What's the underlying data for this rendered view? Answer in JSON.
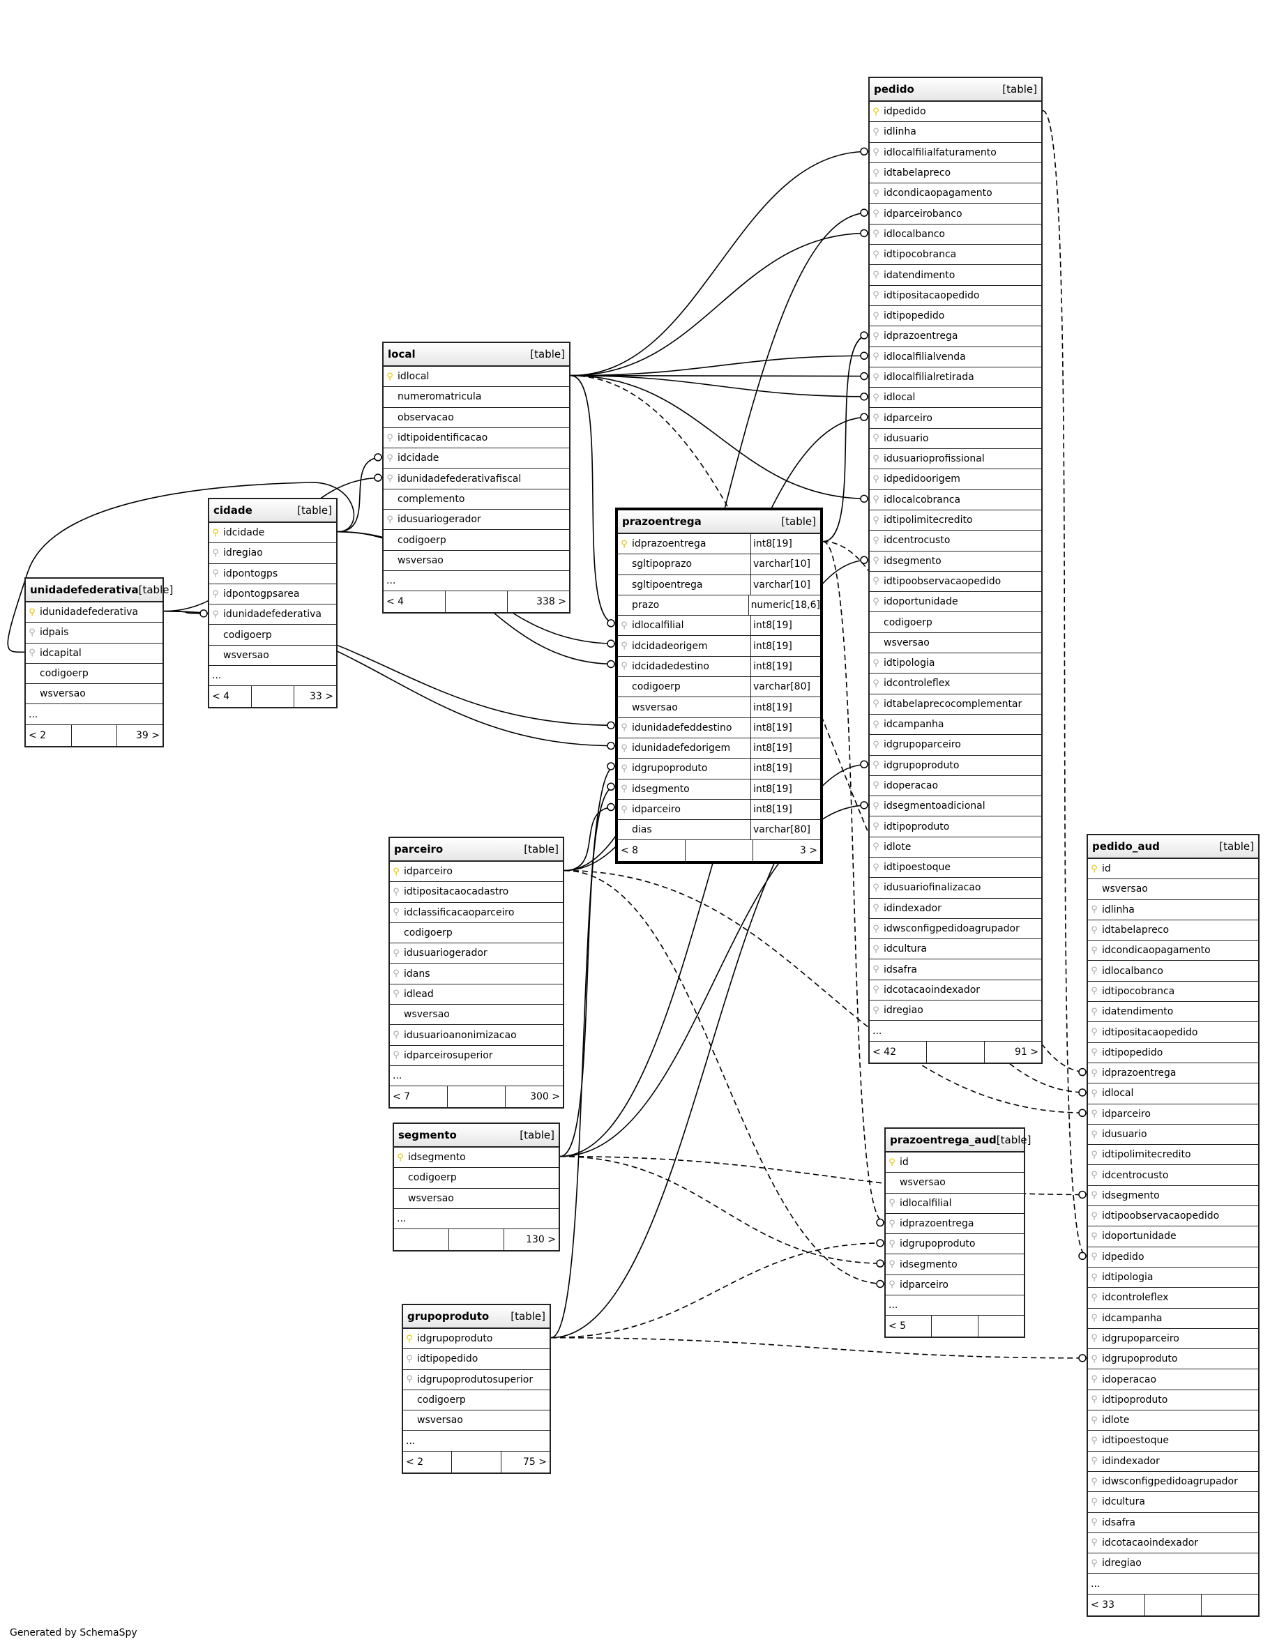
{
  "footer": "Generated by SchemaSpy",
  "tables": [
    {
      "id": "pedido",
      "name": "pedido",
      "kind": "[table]",
      "parents": "< 42",
      "children": "91 >",
      "columns": [
        [
          "idpedido",
          "pk"
        ],
        [
          "idlinha",
          "fk"
        ],
        [
          "idlocalfilialfaturamento",
          "fk"
        ],
        [
          "idtabelapreco",
          "fk"
        ],
        [
          "idcondicaopagamento",
          "fk"
        ],
        [
          "idparceirobanco",
          "fk"
        ],
        [
          "idlocalbanco",
          "fk"
        ],
        [
          "idtipocobranca",
          "fk"
        ],
        [
          "idatendimento",
          "fk"
        ],
        [
          "idtipositacaopedido",
          "fk"
        ],
        [
          "idtipopedido",
          "fk"
        ],
        [
          "idprazoentrega",
          "fk"
        ],
        [
          "idlocalfilialvenda",
          "fk"
        ],
        [
          "idlocalfilialretirada",
          "fk"
        ],
        [
          "idlocal",
          "fk"
        ],
        [
          "idparceiro",
          "fk"
        ],
        [
          "idusuario",
          "fk"
        ],
        [
          "idusuarioprofissional",
          "fk"
        ],
        [
          "idpedidoorigem",
          "fk"
        ],
        [
          "idlocalcobranca",
          "fk"
        ],
        [
          "idtipolimitecredito",
          "fk"
        ],
        [
          "idcentrocusto",
          "fk"
        ],
        [
          "idsegmento",
          "fk"
        ],
        [
          "idtipoobservacaopedido",
          "fk"
        ],
        [
          "idoportunidade",
          "fk"
        ],
        [
          "codigoerp",
          ""
        ],
        [
          "wsversao",
          ""
        ],
        [
          "idtipologia",
          "fk"
        ],
        [
          "idcontroleflex",
          "fk"
        ],
        [
          "idtabelaprecocomplementar",
          "fk"
        ],
        [
          "idcampanha",
          "fk"
        ],
        [
          "idgrupoparceiro",
          "fk"
        ],
        [
          "idgrupoproduto",
          "fk"
        ],
        [
          "idoperacao",
          "fk"
        ],
        [
          "idsegmentoadicional",
          "fk"
        ],
        [
          "idtipoproduto",
          "fk"
        ],
        [
          "idlote",
          "fk"
        ],
        [
          "idtipoestoque",
          "fk"
        ],
        [
          "idusuariofinalizacao",
          "fk"
        ],
        [
          "idindexador",
          "fk"
        ],
        [
          "idwsconfigpedidoagrupador",
          "fk"
        ],
        [
          "idcultura",
          "fk"
        ],
        [
          "idsafra",
          "fk"
        ],
        [
          "idcotacaoindexador",
          "fk"
        ],
        [
          "idregiao",
          "fk"
        ]
      ]
    },
    {
      "id": "local",
      "name": "local",
      "kind": "[table]",
      "parents": "< 4",
      "children": "338 >",
      "columns": [
        [
          "idlocal",
          "pk"
        ],
        [
          "numeromatricula",
          ""
        ],
        [
          "observacao",
          ""
        ],
        [
          "idtipoidentificacao",
          "fk"
        ],
        [
          "idcidade",
          "fk"
        ],
        [
          "idunidadefederativafiscal",
          "fk"
        ],
        [
          "complemento",
          ""
        ],
        [
          "idusuariogerador",
          "fk"
        ],
        [
          "codigoerp",
          ""
        ],
        [
          "wsversao",
          ""
        ]
      ]
    },
    {
      "id": "cidade",
      "name": "cidade",
      "kind": "[table]",
      "parents": "< 4",
      "children": "33 >",
      "columns": [
        [
          "idcidade",
          "pk"
        ],
        [
          "idregiao",
          "fk"
        ],
        [
          "idpontogps",
          "fk"
        ],
        [
          "idpontogpsarea",
          "fk"
        ],
        [
          "idunidadefederativa",
          "fk"
        ],
        [
          "codigoerp",
          ""
        ],
        [
          "wsversao",
          ""
        ]
      ]
    },
    {
      "id": "uf",
      "name": "unidadefederativa",
      "kind": "[table]",
      "parents": "< 2",
      "children": "39 >",
      "columns": [
        [
          "idunidadefederativa",
          "pk"
        ],
        [
          "idpais",
          "fk"
        ],
        [
          "idcapital",
          "fk"
        ],
        [
          "codigoerp",
          ""
        ],
        [
          "wsversao",
          ""
        ]
      ]
    },
    {
      "id": "prazo",
      "name": "prazoentrega",
      "kind": "[table]",
      "parents": "< 8",
      "children": "3 >",
      "columns": [
        [
          "idprazoentrega",
          "pk",
          "int8[19]"
        ],
        [
          "sgltipoprazo",
          "",
          "varchar[10]"
        ],
        [
          "sgltipoentrega",
          "",
          "varchar[10]"
        ],
        [
          "prazo",
          "",
          "numeric[18,6]"
        ],
        [
          "idlocalfilial",
          "fk",
          "int8[19]"
        ],
        [
          "idcidadeorigem",
          "fk",
          "int8[19]"
        ],
        [
          "idcidadedestino",
          "fk",
          "int8[19]"
        ],
        [
          "codigoerp",
          "",
          "varchar[80]"
        ],
        [
          "wsversao",
          "",
          "int8[19]"
        ],
        [
          "idunidadefeddestino",
          "fk",
          "int8[19]"
        ],
        [
          "idunidadefedorigem",
          "fk",
          "int8[19]"
        ],
        [
          "idgrupoproduto",
          "fk",
          "int8[19]"
        ],
        [
          "idsegmento",
          "fk",
          "int8[19]"
        ],
        [
          "idparceiro",
          "fk",
          "int8[19]"
        ],
        [
          "dias",
          "",
          "varchar[80]"
        ]
      ]
    },
    {
      "id": "parceiro",
      "name": "parceiro",
      "kind": "[table]",
      "parents": "< 7",
      "children": "300 >",
      "columns": [
        [
          "idparceiro",
          "pk"
        ],
        [
          "idtipositacaocadastro",
          "fk"
        ],
        [
          "idclassificacaoparceiro",
          "fk"
        ],
        [
          "codigoerp",
          ""
        ],
        [
          "idusuariogerador",
          "fk"
        ],
        [
          "idans",
          "fk"
        ],
        [
          "idlead",
          "fk"
        ],
        [
          "wsversao",
          ""
        ],
        [
          "idusuarioanonimizacao",
          "fk"
        ],
        [
          "idparceirosuperior",
          "fk"
        ]
      ]
    },
    {
      "id": "segmento",
      "name": "segmento",
      "kind": "[table]",
      "parents": "",
      "children": "130 >",
      "columns": [
        [
          "idsegmento",
          "pk"
        ],
        [
          "codigoerp",
          ""
        ],
        [
          "wsversao",
          ""
        ]
      ]
    },
    {
      "id": "grupo",
      "name": "grupoproduto",
      "kind": "[table]",
      "parents": "< 2",
      "children": "75 >",
      "columns": [
        [
          "idgrupoproduto",
          "pk"
        ],
        [
          "idtipopedido",
          "fk"
        ],
        [
          "idgrupoprodutosuperior",
          "fk"
        ],
        [
          "codigoerp",
          ""
        ],
        [
          "wsversao",
          ""
        ]
      ]
    },
    {
      "id": "paud",
      "name": "prazoentrega_aud",
      "kind": "[table]",
      "parents": "< 5",
      "children": "",
      "columns": [
        [
          "id",
          "pk"
        ],
        [
          "wsversao",
          ""
        ],
        [
          "idlocalfilial",
          "fk"
        ],
        [
          "idprazoentrega",
          "fk"
        ],
        [
          "idgrupoproduto",
          "fk"
        ],
        [
          "idsegmento",
          "fk"
        ],
        [
          "idparceiro",
          "fk"
        ]
      ]
    },
    {
      "id": "pedaud",
      "name": "pedido_aud",
      "kind": "[table]",
      "parents": "< 33",
      "children": "",
      "columns": [
        [
          "id",
          "pk"
        ],
        [
          "wsversao",
          ""
        ],
        [
          "idlinha",
          "fk"
        ],
        [
          "idtabelapreco",
          "fk"
        ],
        [
          "idcondicaopagamento",
          "fk"
        ],
        [
          "idlocalbanco",
          "fk"
        ],
        [
          "idtipocobranca",
          "fk"
        ],
        [
          "idatendimento",
          "fk"
        ],
        [
          "idtipositacaopedido",
          "fk"
        ],
        [
          "idtipopedido",
          "fk"
        ],
        [
          "idprazoentrega",
          "fk"
        ],
        [
          "idlocal",
          "fk"
        ],
        [
          "idparceiro",
          "fk"
        ],
        [
          "idusuario",
          "fk"
        ],
        [
          "idtipolimitecredito",
          "fk"
        ],
        [
          "idcentrocusto",
          "fk"
        ],
        [
          "idsegmento",
          "fk"
        ],
        [
          "idtipoobservacaopedido",
          "fk"
        ],
        [
          "idoportunidade",
          "fk"
        ],
        [
          "idpedido",
          "fk"
        ],
        [
          "idtipologia",
          "fk"
        ],
        [
          "idcontroleflex",
          "fk"
        ],
        [
          "idcampanha",
          "fk"
        ],
        [
          "idgrupoparceiro",
          "fk"
        ],
        [
          "idgrupoproduto",
          "fk"
        ],
        [
          "idoperacao",
          "fk"
        ],
        [
          "idtipoproduto",
          "fk"
        ],
        [
          "idlote",
          "fk"
        ],
        [
          "idtipoestoque",
          "fk"
        ],
        [
          "idindexador",
          "fk"
        ],
        [
          "idwsconfigpedidoagrupador",
          "fk"
        ],
        [
          "idcultura",
          "fk"
        ],
        [
          "idsafra",
          "fk"
        ],
        [
          "idcotacaoindexador",
          "fk"
        ],
        [
          "idregiao",
          "fk"
        ]
      ]
    }
  ],
  "more_marker": "...",
  "colors": {
    "primary_key": "#e6c300",
    "foreign_key": "#aaaaaa",
    "border": "#222222"
  }
}
